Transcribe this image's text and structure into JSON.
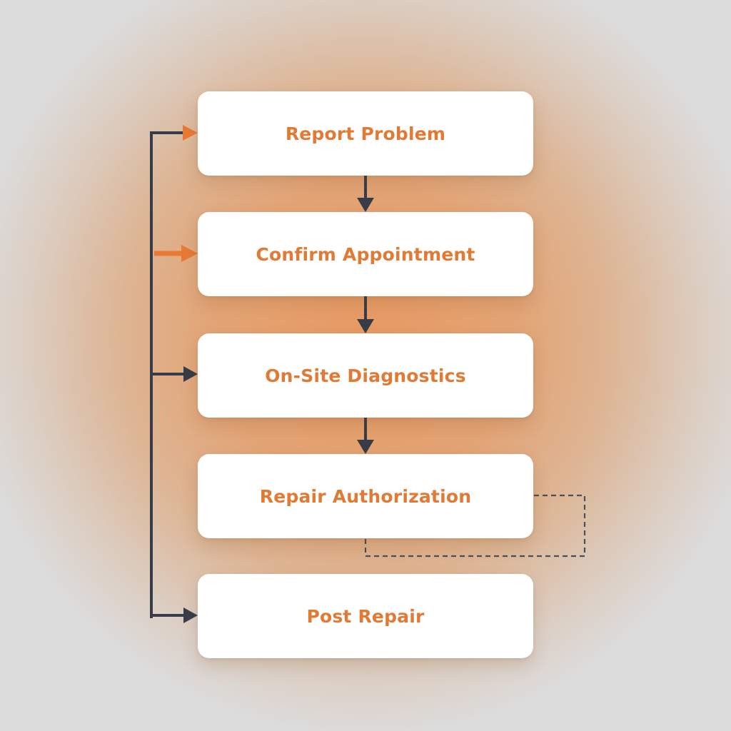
{
  "diagram": {
    "steps": [
      {
        "label": "Report Problem"
      },
      {
        "label": "Confirm Appointment"
      },
      {
        "label": "On-Site Diagnostics"
      },
      {
        "label": "Repair Authorization"
      },
      {
        "label": "Post Repair"
      }
    ],
    "colors": {
      "label": "#e07a35",
      "connector": "#363d48",
      "highlight_arrow": "#e87a35",
      "card": "#ffffff"
    },
    "connections": [
      {
        "from": "Report Problem",
        "to": "Confirm Appointment",
        "style": "solid"
      },
      {
        "from": "Confirm Appointment",
        "to": "On-Site Diagnostics",
        "style": "solid"
      },
      {
        "from": "On-Site Diagnostics",
        "to": "Repair Authorization",
        "style": "solid"
      },
      {
        "from": "Repair Authorization",
        "to": "Repair Authorization",
        "style": "dashed"
      },
      {
        "from": "return-line",
        "to": "Report Problem",
        "style": "solid-orange"
      },
      {
        "from": "return-line",
        "to": "Confirm Appointment",
        "style": "solid-orange"
      },
      {
        "from": "return-line",
        "to": "On-Site Diagnostics",
        "style": "solid"
      },
      {
        "from": "return-line",
        "to": "Post Repair",
        "style": "solid"
      }
    ]
  }
}
